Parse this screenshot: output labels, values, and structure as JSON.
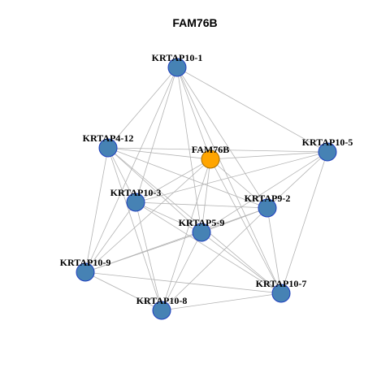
{
  "title": "FAM76B",
  "colors": {
    "edge": "#b3b3b3",
    "node_fill": "#4682b4",
    "node_stroke": "#1f3fbf",
    "focus_fill": "#ffa500",
    "focus_stroke": "#a86d00"
  },
  "nodes": [
    {
      "id": "KRTAP10-1",
      "label": "KRTAP10-1",
      "focus": false
    },
    {
      "id": "KRTAP4-12",
      "label": "KRTAP4-12",
      "focus": false
    },
    {
      "id": "FAM76B",
      "label": "FAM76B",
      "focus": true
    },
    {
      "id": "KRTAP10-5",
      "label": "KRTAP10-5",
      "focus": false
    },
    {
      "id": "KRTAP10-3",
      "label": "KRTAP10-3",
      "focus": false
    },
    {
      "id": "KRTAP9-2",
      "label": "KRTAP9-2",
      "focus": false
    },
    {
      "id": "KRTAP5-9",
      "label": "KRTAP5-9",
      "focus": false
    },
    {
      "id": "KRTAP10-9",
      "label": "KRTAP10-9",
      "focus": false
    },
    {
      "id": "KRTAP10-7",
      "label": "KRTAP10-7",
      "focus": false
    },
    {
      "id": "KRTAP10-8",
      "label": "KRTAP10-8",
      "focus": false
    }
  ],
  "edges": [
    [
      "KRTAP10-1",
      "KRTAP4-12"
    ],
    [
      "KRTAP10-1",
      "FAM76B"
    ],
    [
      "KRTAP10-1",
      "KRTAP10-5"
    ],
    [
      "KRTAP10-1",
      "KRTAP10-3"
    ],
    [
      "KRTAP10-1",
      "KRTAP9-2"
    ],
    [
      "KRTAP10-1",
      "KRTAP5-9"
    ],
    [
      "KRTAP10-1",
      "KRTAP10-9"
    ],
    [
      "KRTAP10-1",
      "KRTAP10-7"
    ],
    [
      "KRTAP4-12",
      "FAM76B"
    ],
    [
      "KRTAP4-12",
      "KRTAP10-5"
    ],
    [
      "KRTAP4-12",
      "KRTAP10-3"
    ],
    [
      "KRTAP4-12",
      "KRTAP9-2"
    ],
    [
      "KRTAP4-12",
      "KRTAP5-9"
    ],
    [
      "KRTAP4-12",
      "KRTAP10-9"
    ],
    [
      "KRTAP4-12",
      "KRTAP10-8"
    ],
    [
      "KRTAP4-12",
      "KRTAP10-7"
    ],
    [
      "FAM76B",
      "KRTAP10-5"
    ],
    [
      "FAM76B",
      "KRTAP10-3"
    ],
    [
      "FAM76B",
      "KRTAP9-2"
    ],
    [
      "FAM76B",
      "KRTAP5-9"
    ],
    [
      "FAM76B",
      "KRTAP10-9"
    ],
    [
      "FAM76B",
      "KRTAP10-8"
    ],
    [
      "FAM76B",
      "KRTAP10-7"
    ],
    [
      "KRTAP10-5",
      "KRTAP10-3"
    ],
    [
      "KRTAP10-5",
      "KRTAP9-2"
    ],
    [
      "KRTAP10-5",
      "KRTAP5-9"
    ],
    [
      "KRTAP10-5",
      "KRTAP10-7"
    ],
    [
      "KRTAP10-3",
      "KRTAP9-2"
    ],
    [
      "KRTAP10-3",
      "KRTAP5-9"
    ],
    [
      "KRTAP10-3",
      "KRTAP10-9"
    ],
    [
      "KRTAP10-3",
      "KRTAP10-8"
    ],
    [
      "KRTAP10-3",
      "KRTAP10-7"
    ],
    [
      "KRTAP9-2",
      "KRTAP5-9"
    ],
    [
      "KRTAP9-2",
      "KRTAP10-9"
    ],
    [
      "KRTAP9-2",
      "KRTAP10-8"
    ],
    [
      "KRTAP9-2",
      "KRTAP10-7"
    ],
    [
      "KRTAP5-9",
      "KRTAP10-9"
    ],
    [
      "KRTAP5-9",
      "KRTAP10-8"
    ],
    [
      "KRTAP5-9",
      "KRTAP10-7"
    ],
    [
      "KRTAP10-9",
      "KRTAP10-8"
    ],
    [
      "KRTAP10-9",
      "KRTAP10-7"
    ],
    [
      "KRTAP10-8",
      "KRTAP10-7"
    ]
  ]
}
